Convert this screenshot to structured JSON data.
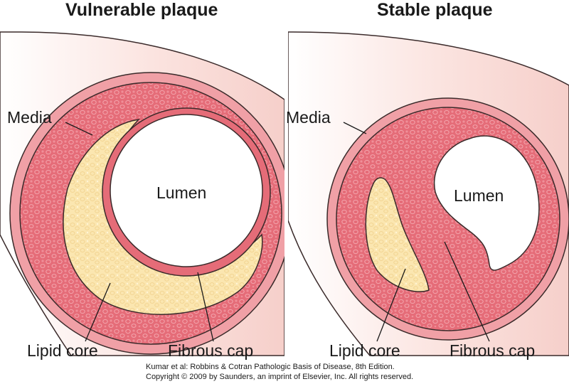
{
  "panels": {
    "left": {
      "title": "Vulnerable plaque",
      "labels": {
        "media": "Media",
        "lumen": "Lumen",
        "lipid_core": "Lipid core",
        "fibrous_cap": "Fibrous cap"
      }
    },
    "right": {
      "title": "Stable plaque",
      "labels": {
        "media": "Media",
        "lumen": "Lumen",
        "lipid_core": "Lipid core",
        "fibrous_cap": "Fibrous cap"
      }
    }
  },
  "credit": {
    "line1": "Kumar et al: Robbins & Cotran Pathologic Basis of Disease, 8th Edition.",
    "line2": "Copyright © 2009 by Saunders, an imprint of Elsevier, Inc. All rights reserved."
  },
  "colors": {
    "vessel_sheath": "#f9dcd8",
    "media": "#f0a0a6",
    "intima": "#e86e7a",
    "lipid_core": "#fbe6b0",
    "lumen": "#ffffff",
    "outline": "#3a2a2a"
  }
}
